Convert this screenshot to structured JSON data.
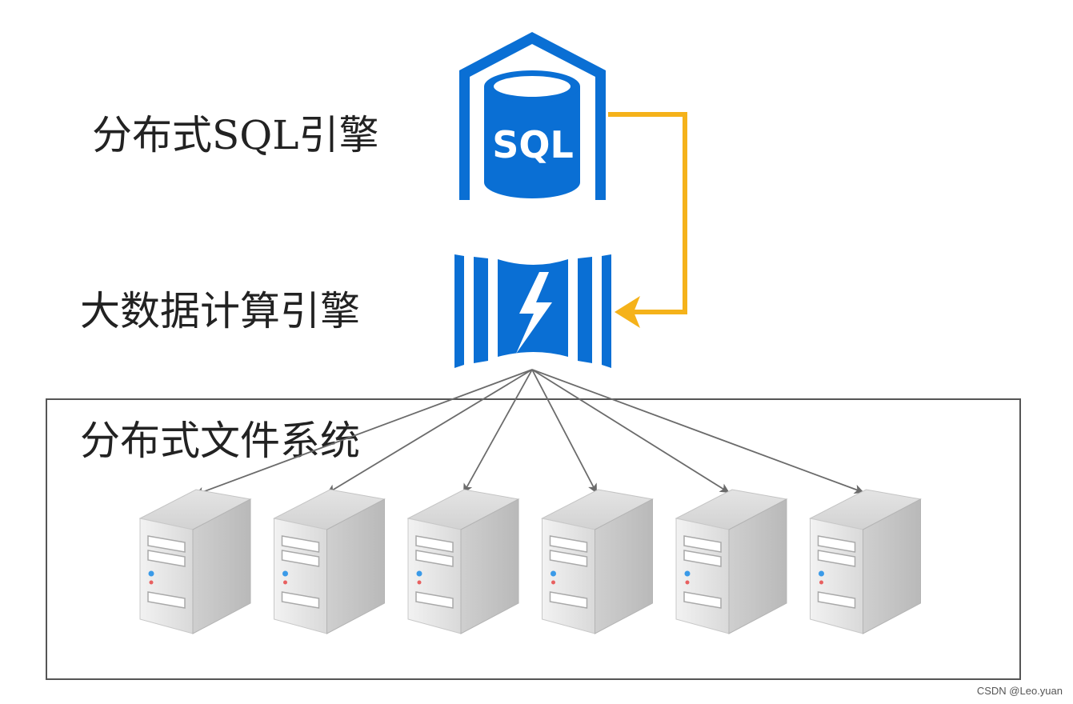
{
  "labels": {
    "sql_engine": "分布式SQL引擎",
    "compute_engine": "大数据计算引擎",
    "file_system": "分布式文件系统"
  },
  "sql_icon_text": "SQL",
  "watermark": "CSDN @Leo.yuan",
  "server_count": 6,
  "icons": {
    "sql": "sql-database-icon",
    "compute": "lightning-compute-icon",
    "server": "server-tower-icon"
  },
  "colors": {
    "brand_blue": "#0a6fd4",
    "arrow_yellow": "#f5b21a",
    "arrow_gray": "#6b6b6b",
    "box_border": "#555555"
  }
}
